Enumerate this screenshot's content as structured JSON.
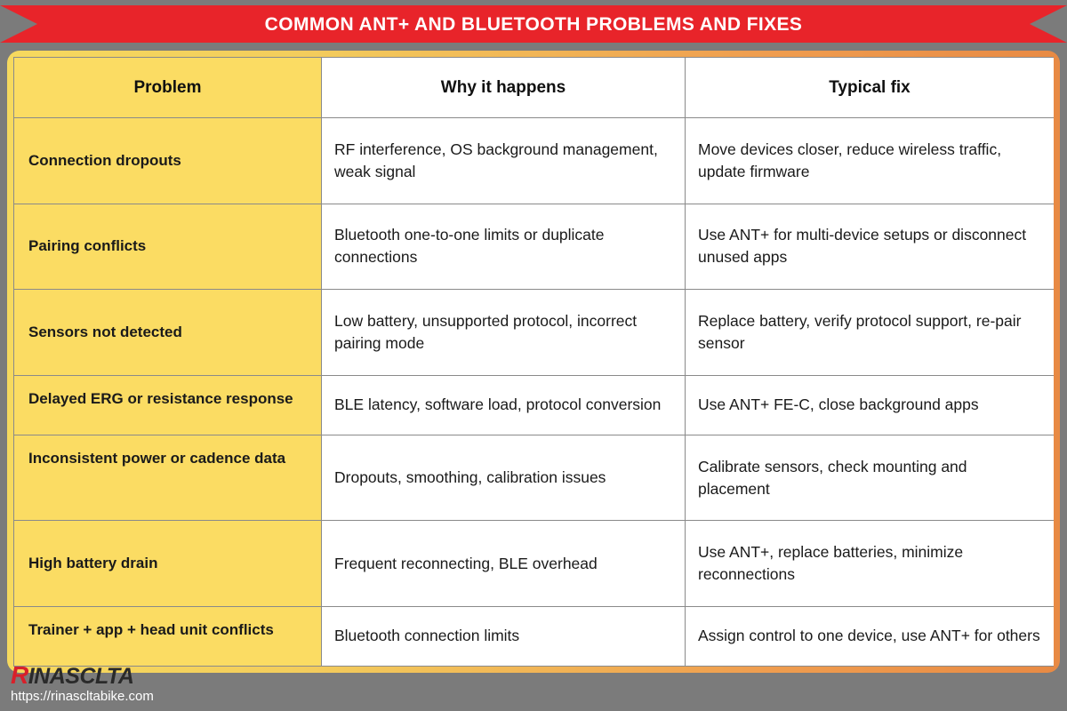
{
  "banner": {
    "title": "COMMON ANT+ AND BLUETOOTH PROBLEMS AND FIXES",
    "background_color": "#e8242a",
    "text_color": "#ffffff"
  },
  "page": {
    "background_color": "#7b7b7b",
    "table_border_gradient_from": "#f6d95e",
    "table_border_gradient_to": "#e88a44",
    "problem_column_color": "#fbdc63"
  },
  "table": {
    "headers": [
      "Problem",
      "Why it happens",
      "Typical fix"
    ],
    "rows": [
      {
        "problem": "Connection dropouts",
        "why": "RF interference, OS background management, weak signal",
        "fix": "Move devices closer, reduce wireless traffic, update firmware",
        "problem_two_line": false
      },
      {
        "problem": "Pairing conflicts",
        "why": "Bluetooth one-to-one limits or duplicate connections",
        "fix": "Use ANT+ for multi-device setups or disconnect unused apps",
        "problem_two_line": false
      },
      {
        "problem": "Sensors not detected",
        "why": "Low battery, unsupported protocol, incorrect pairing mode",
        "fix": "Replace battery, verify protocol support, re-pair sensor",
        "problem_two_line": false
      },
      {
        "problem": "Delayed ERG or resistance response",
        "why": "BLE latency, software load, protocol conversion",
        "fix": "Use ANT+ FE-C, close background apps",
        "problem_two_line": true
      },
      {
        "problem": "Inconsistent power or cadence data",
        "why": "Dropouts, smoothing, calibration issues",
        "fix": "Calibrate sensors, check mounting and placement",
        "problem_two_line": true
      },
      {
        "problem": "High battery drain",
        "why": "Frequent reconnecting, BLE overhead",
        "fix": "Use ANT+, replace batteries, minimize reconnections",
        "problem_two_line": false
      },
      {
        "problem": "Trainer + app + head unit conflicts",
        "why": "Bluetooth connection limits",
        "fix": "Assign control to one device, use ANT+ for others",
        "problem_two_line": true
      }
    ]
  },
  "footer": {
    "logo_first_letter": "R",
    "logo_rest": "INASCLTA",
    "url": "https://rinascltabike.com",
    "logo_accent_color": "#d8202a"
  }
}
